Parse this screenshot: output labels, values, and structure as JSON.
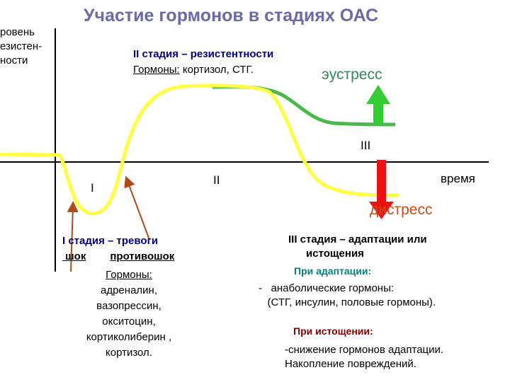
{
  "title": "Участие гормонов в стадиях ОАС",
  "axes": {
    "y_label": "ровень\nезистен-\nности",
    "x_label": "время"
  },
  "phases": {
    "p1": "I",
    "p2": "II",
    "p3": "III"
  },
  "stage2": {
    "heading": "II стадия – резистентности",
    "hormones_label": "Гормоны:",
    "hormones_value": "кортизол, СТГ."
  },
  "eustress": "эустресс",
  "distress": "дистресс",
  "stage1": {
    "heading": "I стадия – тревоги",
    "shock": "шок",
    "countershock": "противошок"
  },
  "hormones1": {
    "label": "Гормоны:",
    "list": "адреналин, вазопрессин, окситоцин, кортиколиберин , кортизол."
  },
  "stage3": {
    "heading": "III стадия – адаптации или\n      истощения",
    "adaptation_heading": "При адаптации:",
    "adaptation_text": "-   анаболические гормоны:\n   (СТГ, инсулин, половые гормоны).",
    "exhaustion_heading": "При истощении:",
    "exhaustion_text": "-снижение гормонов адаптации.\nНакопление повреждений."
  },
  "colors": {
    "curve": "#ffff44",
    "eustress_curve": "#4cb84c",
    "eustress_arrow": "#33cc33",
    "distress_arrow": "#ee1111",
    "stage1_arrows": "#b04a1a",
    "axis": "#000000"
  }
}
